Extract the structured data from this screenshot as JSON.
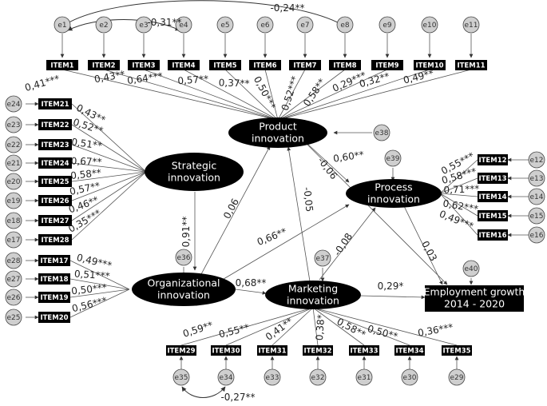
{
  "constructs": {
    "product": "Product\ninnovation",
    "strategic": "Strategic\ninnovation",
    "process": "Process\ninnovation",
    "organizational": "Organizational\ninnovation",
    "marketing": "Marketing\ninnovation",
    "growth": "Employment growth\n2014 - 2020"
  },
  "top_items": [
    {
      "item": "ITEM1",
      "error": "e1",
      "loading": "0,41***"
    },
    {
      "item": "ITEM2",
      "error": "e2",
      "loading": "0,43**"
    },
    {
      "item": "ITEM3",
      "error": "e3",
      "loading": "0,64***"
    },
    {
      "item": "ITEM4",
      "error": "e4",
      "loading": "0,57**"
    },
    {
      "item": "ITEM5",
      "error": "e5",
      "loading": "0,37**"
    },
    {
      "item": "ITEM6",
      "error": "e6",
      "loading": "0,50***"
    },
    {
      "item": "ITEM7",
      "error": "e7",
      "loading": "0,52***"
    },
    {
      "item": "ITEM8",
      "error": "e8",
      "loading": "0,58**"
    },
    {
      "item": "ITEM9",
      "error": "e9",
      "loading": "0,29***"
    },
    {
      "item": "ITEM10",
      "error": "e10",
      "loading": "0,32**"
    },
    {
      "item": "ITEM11",
      "error": "e11",
      "loading": "0,49**"
    }
  ],
  "strategic_items": [
    {
      "item": "ITEM21",
      "error": "e24",
      "loading": "0,43**"
    },
    {
      "item": "ITEM22",
      "error": "e23",
      "loading": "0,52**"
    },
    {
      "item": "ITEM23",
      "error": "e22",
      "loading": "0,51**"
    },
    {
      "item": "ITEM24",
      "error": "e21",
      "loading": "0,67**"
    },
    {
      "item": "ITEM25",
      "error": "e20",
      "loading": "0,58**"
    },
    {
      "item": "ITEM26",
      "error": "e19",
      "loading": "0,57**"
    },
    {
      "item": "ITEM27",
      "error": "e18",
      "loading": "0,46**"
    },
    {
      "item": "ITEM28",
      "error": "e17",
      "loading": "0,35***"
    }
  ],
  "org_items": [
    {
      "item": "ITEM17",
      "error": "e28",
      "loading": "0,49***"
    },
    {
      "item": "ITEM18",
      "error": "e27",
      "loading": "0,51***"
    },
    {
      "item": "ITEM19",
      "error": "e26",
      "loading": "0,50***"
    },
    {
      "item": "ITEM20",
      "error": "e25",
      "loading": "0,56***"
    }
  ],
  "process_items": [
    {
      "item": "ITEM12",
      "error": "e12",
      "loading": "0,55***"
    },
    {
      "item": "ITEM13",
      "error": "e13",
      "loading": "0,58***"
    },
    {
      "item": "ITEM14",
      "error": "e14",
      "loading": "0,71***"
    },
    {
      "item": "ITEM15",
      "error": "e15",
      "loading": "0,62***"
    },
    {
      "item": "ITEM16",
      "error": "e16",
      "loading": "0,49***"
    }
  ],
  "marketing_items": [
    {
      "item": "ITEM29",
      "error": "e35",
      "loading": "0,59**"
    },
    {
      "item": "ITEM30",
      "error": "e34",
      "loading": "0,55**"
    },
    {
      "item": "ITEM31",
      "error": "e33",
      "loading": "0,41**"
    },
    {
      "item": "ITEM32",
      "error": "e32",
      "loading": "0,38*"
    },
    {
      "item": "ITEM33",
      "error": "e31",
      "loading": "0,58**"
    },
    {
      "item": "ITEM34",
      "error": "e30",
      "loading": "0,50**"
    },
    {
      "item": "ITEM35",
      "error": "e29",
      "loading": "0,36***"
    }
  ],
  "structural_errors": {
    "product": "e38",
    "process": "e39",
    "organizational": "e36",
    "marketing": "e37",
    "growth": "e40"
  },
  "paths": {
    "strategic_org": "0,91**",
    "org_product": "0,06",
    "org_process": "0,66**",
    "org_marketing": "0,68**",
    "product_process": "0,60**",
    "product_growth": "-0,06",
    "marketing_product": "-0,05",
    "marketing_process": "-0,08",
    "process_growth": "0,03",
    "marketing_growth": "0,29*"
  },
  "covariances": {
    "e1_e8": "-0,24**",
    "e1_e4": "-0,31**",
    "e35_e34": "-0,27**"
  }
}
